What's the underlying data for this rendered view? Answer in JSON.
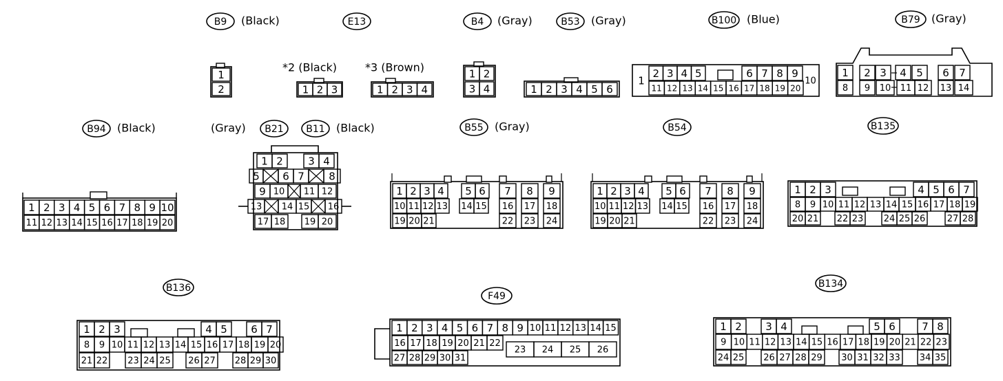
{
  "diagram": {
    "connectors": [
      {
        "id": "B9",
        "color": "(Black)",
        "pins": [
          "1",
          "2"
        ]
      },
      {
        "id": "E13",
        "color": "",
        "variants": [
          {
            "label": "*2 (Black)",
            "pins": [
              "1",
              "2",
              "3"
            ]
          },
          {
            "label": "*3 (Brown)",
            "pins": [
              "1",
              "2",
              "3",
              "4"
            ]
          }
        ]
      },
      {
        "id": "B4",
        "color": "(Gray)",
        "pins": [
          "1",
          "2",
          "3",
          "4"
        ]
      },
      {
        "id": "B53",
        "color": "(Gray)",
        "pins": [
          "1",
          "2",
          "3",
          "4",
          "5",
          "6"
        ]
      },
      {
        "id": "B100",
        "color": "(Blue)",
        "rows": [
          [
            "1",
            "2",
            "3",
            "4",
            "5",
            "6",
            "7",
            "8",
            "9",
            "10"
          ],
          [
            "11",
            "12",
            "13",
            "14",
            "15",
            "16",
            "17",
            "18",
            "19",
            "20"
          ]
        ]
      },
      {
        "id": "B79",
        "color": "(Gray)",
        "rows": [
          [
            "1",
            "2",
            "3",
            "4",
            "5",
            "6",
            "7"
          ],
          [
            "8",
            "9",
            "10",
            "11",
            "12",
            "13",
            "14"
          ]
        ]
      },
      {
        "id": "B94",
        "color": "(Black)",
        "rows": [
          [
            "1",
            "2",
            "3",
            "4",
            "5",
            "6",
            "7",
            "8",
            "9",
            "10"
          ],
          [
            "11",
            "12",
            "13",
            "14",
            "15",
            "16",
            "17",
            "18",
            "19",
            "20"
          ]
        ]
      },
      {
        "id": "B21",
        "color": "(Gray)",
        "rows": [
          [
            "1",
            "2",
            "3",
            "4"
          ],
          [
            "5",
            "6",
            "7",
            "8"
          ],
          [
            "9",
            "10",
            "11",
            "12"
          ],
          [
            "13",
            "14",
            "15",
            "16"
          ],
          [
            "17",
            "18",
            "19",
            "20"
          ]
        ]
      },
      {
        "id": "B11",
        "color": "(Black)"
      },
      {
        "id": "B55",
        "color": "(Gray)",
        "rows": [
          [
            "1",
            "2",
            "3",
            "4",
            "5",
            "6",
            "7",
            "8",
            "9"
          ],
          [
            "10",
            "11",
            "12",
            "13",
            "14",
            "15",
            "16",
            "17",
            "18"
          ],
          [
            "19",
            "20",
            "21",
            "22",
            "23",
            "24"
          ]
        ]
      },
      {
        "id": "B54",
        "color": "",
        "rows": [
          [
            "1",
            "2",
            "3",
            "4",
            "5",
            "6",
            "7",
            "8",
            "9"
          ],
          [
            "10",
            "11",
            "12",
            "13",
            "14",
            "15",
            "16",
            "17",
            "18"
          ],
          [
            "19",
            "20",
            "21",
            "22",
            "23",
            "24"
          ]
        ]
      },
      {
        "id": "B135",
        "color": "",
        "rows": [
          [
            "1",
            "2",
            "3",
            "4",
            "5",
            "6",
            "7"
          ],
          [
            "8",
            "9",
            "10",
            "11",
            "12",
            "13",
            "14",
            "15",
            "16",
            "17",
            "18",
            "19"
          ],
          [
            "20",
            "21",
            "22",
            "23",
            "24",
            "25",
            "26",
            "27",
            "28"
          ]
        ]
      },
      {
        "id": "B136",
        "color": "",
        "rows": [
          [
            "1",
            "2",
            "3",
            "4",
            "5",
            "6",
            "7"
          ],
          [
            "8",
            "9",
            "10",
            "11",
            "12",
            "13",
            "14",
            "15",
            "16",
            "17",
            "18",
            "19",
            "20"
          ],
          [
            "21",
            "22",
            "23",
            "24",
            "25",
            "26",
            "27",
            "28",
            "29",
            "30"
          ]
        ]
      },
      {
        "id": "F49",
        "color": "",
        "rows": [
          [
            "1",
            "2",
            "3",
            "4",
            "5",
            "6",
            "7",
            "8",
            "9",
            "10",
            "11",
            "12",
            "13",
            "14",
            "15"
          ],
          [
            "16",
            "17",
            "18",
            "19",
            "20",
            "21",
            "22",
            "23",
            "24",
            "25",
            "26"
          ],
          [
            "27",
            "28",
            "29",
            "30",
            "31"
          ]
        ]
      },
      {
        "id": "B134",
        "color": "",
        "rows": [
          [
            "1",
            "2",
            "3",
            "4",
            "5",
            "6",
            "7",
            "8"
          ],
          [
            "9",
            "10",
            "11",
            "12",
            "13",
            "14",
            "15",
            "16",
            "17",
            "18",
            "19",
            "20",
            "21",
            "22",
            "23"
          ],
          [
            "24",
            "25",
            "26",
            "27",
            "28",
            "29",
            "30",
            "31",
            "32",
            "33",
            "34",
            "35"
          ]
        ]
      }
    ]
  }
}
